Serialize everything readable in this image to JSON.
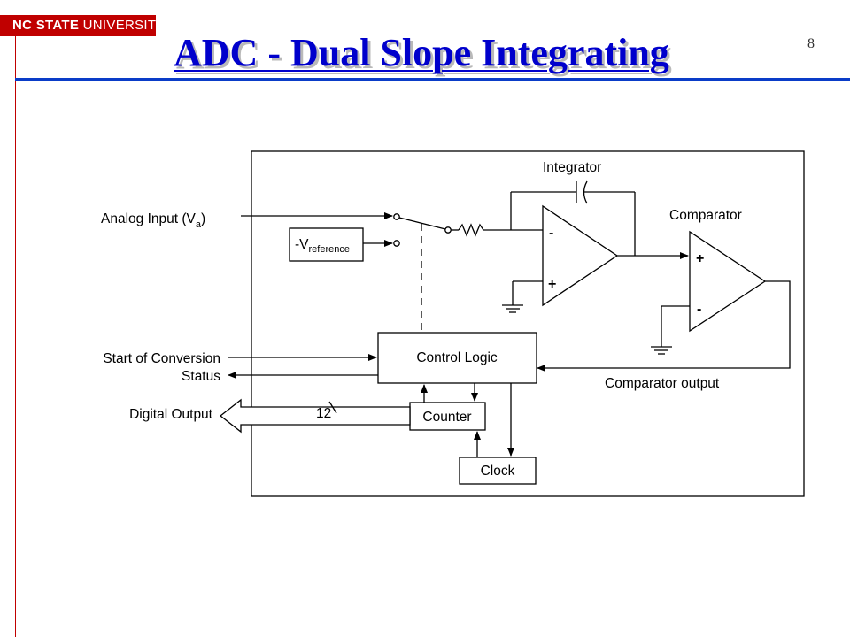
{
  "header": {
    "logo_strong": "NC STATE",
    "logo_rest": " UNIVERSITY",
    "title": "ADC - Dual Slope Integrating",
    "page_number": "8"
  },
  "colors": {
    "brand_red": "#c00000",
    "title_blue": "#0000cc",
    "rule_blue": "#0a3cc8"
  },
  "diagram": {
    "analog_input": "Analog Input (V",
    "analog_input_sub": "a",
    "analog_input_close": ")",
    "vref": "-V",
    "vref_sub": "reference",
    "integrator": "Integrator",
    "comparator": "Comparator",
    "control_logic": "Control Logic",
    "counter": "Counter",
    "clock": "Clock",
    "start_of_conversion": "Start of Conversion",
    "status": "Status",
    "digital_output": "Digital Output",
    "bus_width": "12",
    "comparator_output": "Comparator output",
    "minus_sign": "-",
    "plus_sign": "+"
  }
}
